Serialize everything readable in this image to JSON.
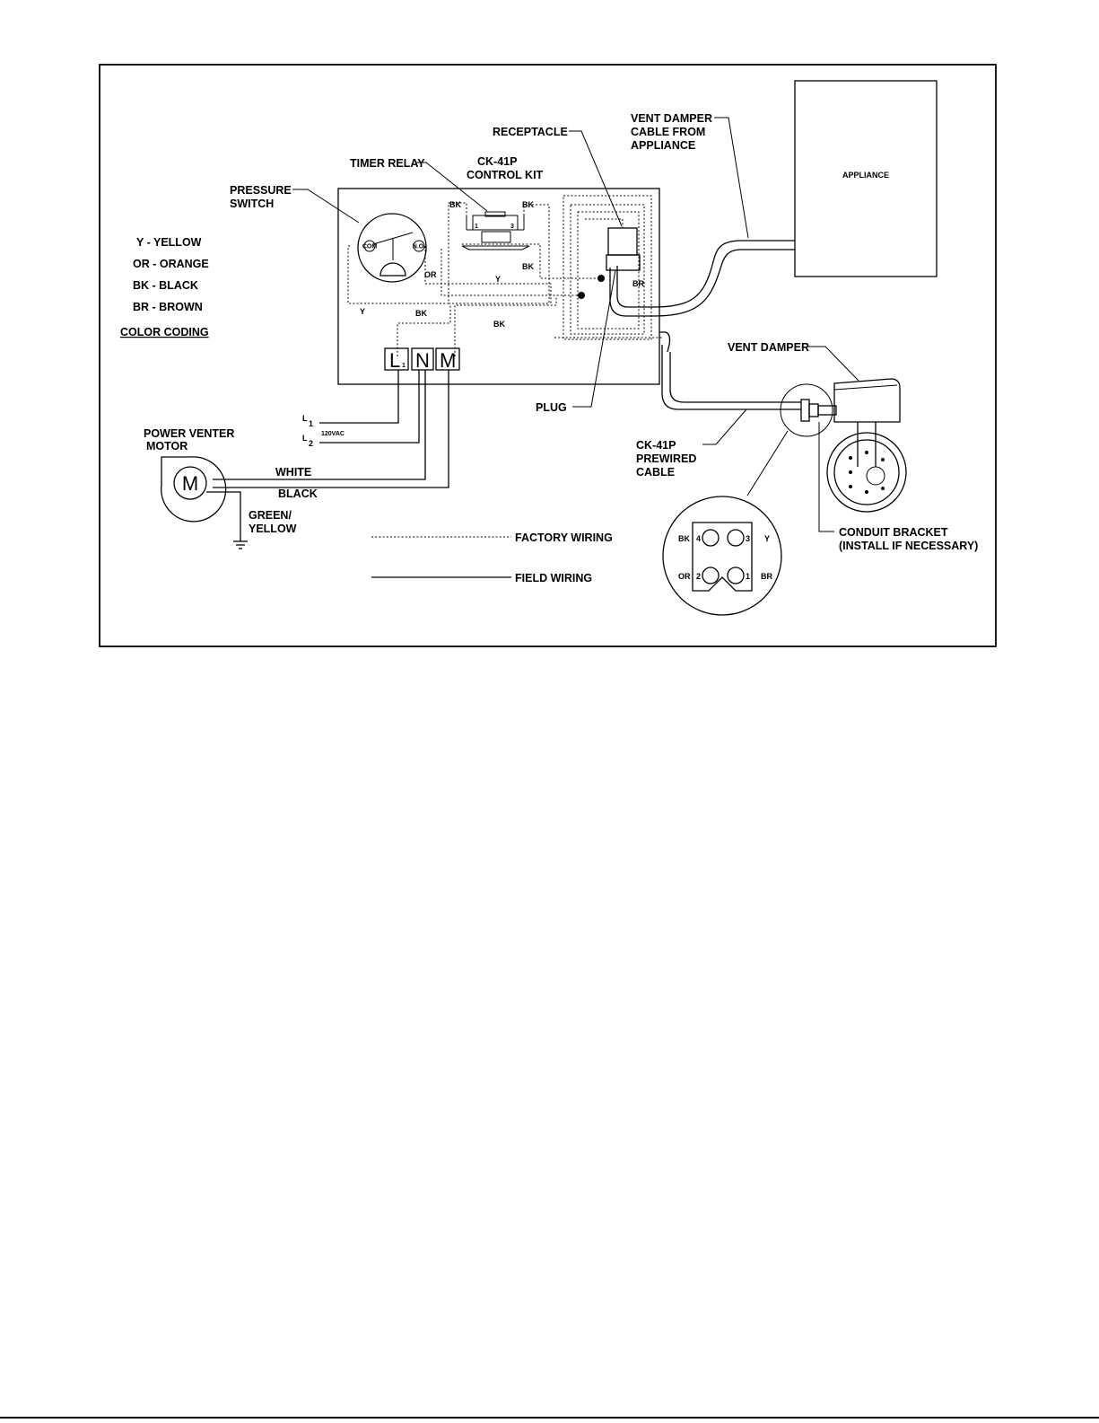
{
  "legend": {
    "items": [
      "Y - YELLOW",
      "OR - ORANGE",
      "BK - BLACK",
      "BR - BROWN"
    ],
    "heading": "COLOR CODING"
  },
  "labels": {
    "pressure_switch": [
      "PRESSURE",
      "SWITCH"
    ],
    "timer_relay": "TIMER RELAY",
    "control_kit": [
      "CK-41P",
      "CONTROL KIT"
    ],
    "receptacle": "RECEPTACLE",
    "vent_damper_cable": [
      "VENT DAMPER",
      "CABLE FROM",
      "APPLIANCE"
    ],
    "appliance": "APPLIANCE",
    "vent_damper": "VENT DAMPER",
    "plug": "PLUG",
    "prewired_cable": [
      "CK-41P",
      "PREWIRED",
      "CABLE"
    ],
    "conduit_bracket": [
      "CONDUIT BRACKET",
      "(INSTALL IF NECESSARY)"
    ],
    "power_venter_motor": [
      "POWER VENTER",
      "MOTOR"
    ],
    "motor_symbol": "M",
    "green_yellow": [
      "GREEN/",
      "YELLOW"
    ],
    "white": "WHITE",
    "black": "BLACK",
    "l1": "L",
    "l1_sub": "1",
    "l2": "L",
    "l2_sub": "2",
    "voltage": "120VAC",
    "factory_wiring": "FACTORY WIRING",
    "field_wiring": "FIELD WIRING"
  },
  "terminals": {
    "l": "L",
    "l_sub": "1",
    "n": "N",
    "m": "M"
  },
  "wire_codes": {
    "bk_relay_left": "BK",
    "bk_relay_right": "BK",
    "or": "OR",
    "y_mid": "Y",
    "bk_side": "BK",
    "br": "BR",
    "y_left": "Y",
    "bk_lower1": "BK",
    "bk_lower2": "BK"
  },
  "switch_marks": {
    "com": "COM",
    "no": "N.O."
  },
  "relay_pins": {
    "p1": "1",
    "p3": "3"
  },
  "plug_pins": {
    "bk": "BK",
    "pin4": "4",
    "pin3": "3",
    "y": "Y",
    "or": "OR",
    "pin2": "2",
    "pin1": "1",
    "br": "BR"
  }
}
